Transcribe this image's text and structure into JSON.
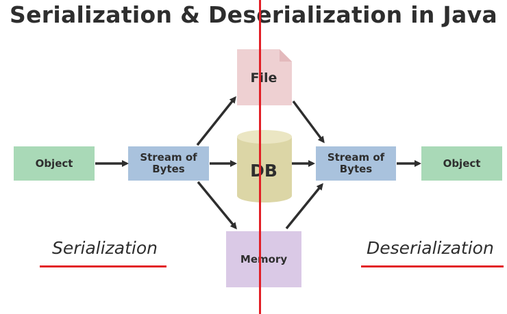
{
  "title": "Serialization & Deserialization in Java",
  "nodes": {
    "object_left": "Object",
    "stream_left": "Stream of Bytes",
    "file": "File",
    "db": "DB",
    "memory": "Memory",
    "stream_right": "Stream of Bytes",
    "object_right": "Object"
  },
  "labels": {
    "serialization": "Serialization",
    "deserialization": "Deserialization"
  },
  "colors": {
    "object": "#a9d9b7",
    "stream": "#a9c2dd",
    "file": "#eed0d2",
    "db": "#dcd6a6",
    "memory": "#dac9e6",
    "divider": "#e21f26",
    "arrow": "#2e2e2e"
  }
}
